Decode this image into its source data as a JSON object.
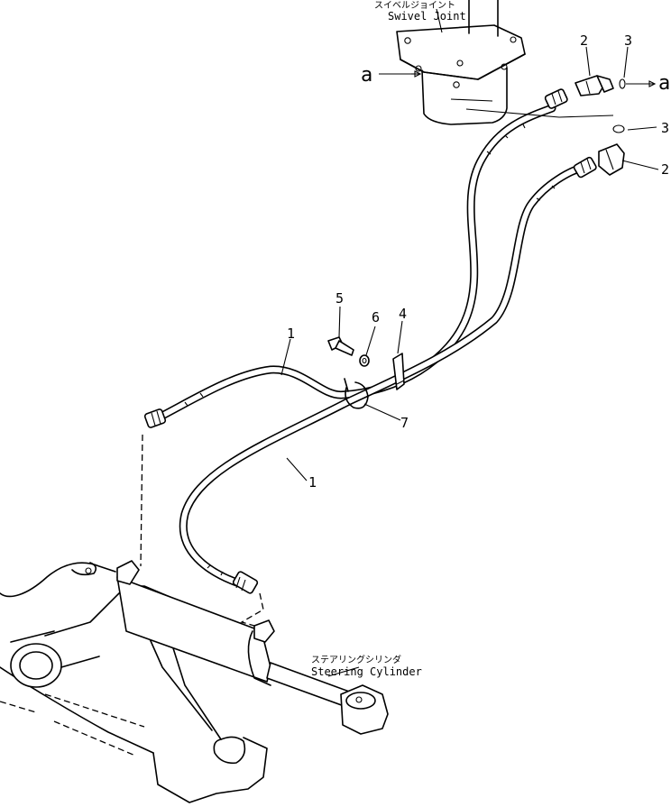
{
  "labels": {
    "swivel_joint_jp": "スイベルジョイント",
    "swivel_joint_en": "Swivel Joint",
    "steering_cylinder_jp": "ステアリングシリンダ",
    "steering_cylinder_en": "Steering Cylinder"
  },
  "callouts": {
    "a_left": "a",
    "a_right": "a",
    "p1_upper": "1",
    "p1_lower": "1",
    "p2_upper": "2",
    "p2_lower": "2",
    "p3_upper": "3",
    "p3_lower": "3",
    "p4": "4",
    "p5": "5",
    "p6": "6",
    "p7": "7"
  }
}
